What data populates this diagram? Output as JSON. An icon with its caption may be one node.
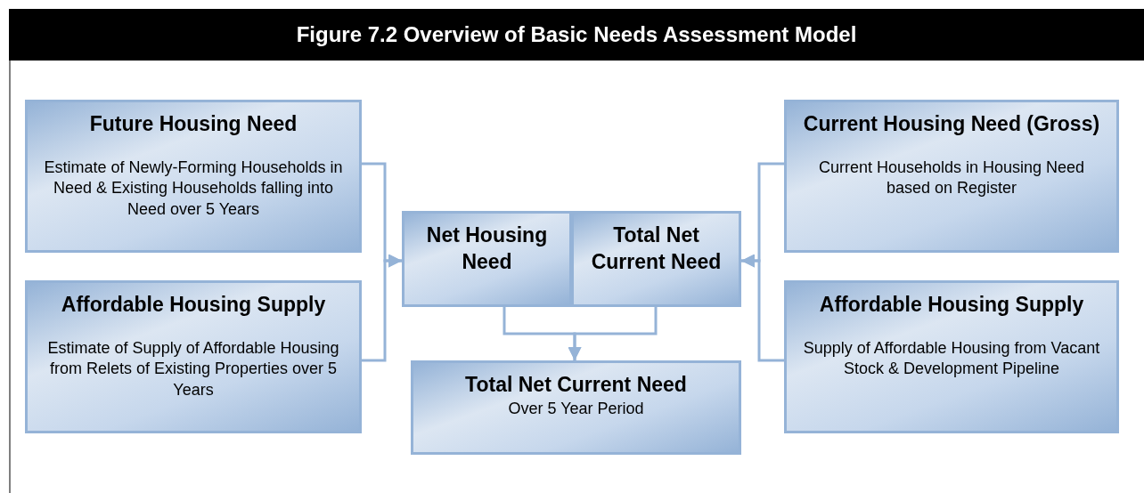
{
  "diagram": {
    "title": "Figure 7.2 Overview of Basic Needs Assessment Model",
    "nodes": [
      {
        "text": [
          "Future Housing Need",
          "Estimate of Newly-Forming Households in Need & Existing Households falling into Need over 5 Years"
        ]
      },
      {
        "text": [
          "Current Housing Need (Gross)",
          "Current Households in Housing Need based on Register"
        ]
      },
      {
        "text": [
          "Net Housing Need"
        ]
      },
      {
        "text": [
          "Total Net Current Need"
        ]
      },
      {
        "text": [
          "Affordable Housing Supply",
          "Estimate of Supply of Affordable Housing from Relets of Existing Properties over 5 Years"
        ]
      },
      {
        "text": [
          "Affordable Housing Supply",
          "Supply of Affordable Housing from Vacant Stock & Development Pipeline"
        ]
      },
      {
        "text": [
          "Total Net Current Need",
          "Over 5 Year Period"
        ]
      }
    ],
    "edges": [
      {
        "from": 0,
        "to": 2,
        "arrow": "to"
      },
      {
        "from": 4,
        "to": 2,
        "arrow": "to"
      },
      {
        "from": 1,
        "to": 3,
        "arrow": "to"
      },
      {
        "from": 5,
        "to": 3,
        "arrow": "to"
      },
      {
        "from": 2,
        "to": 6,
        "arrow": "to"
      },
      {
        "from": 3,
        "to": 6,
        "arrow": "to"
      }
    ]
  }
}
